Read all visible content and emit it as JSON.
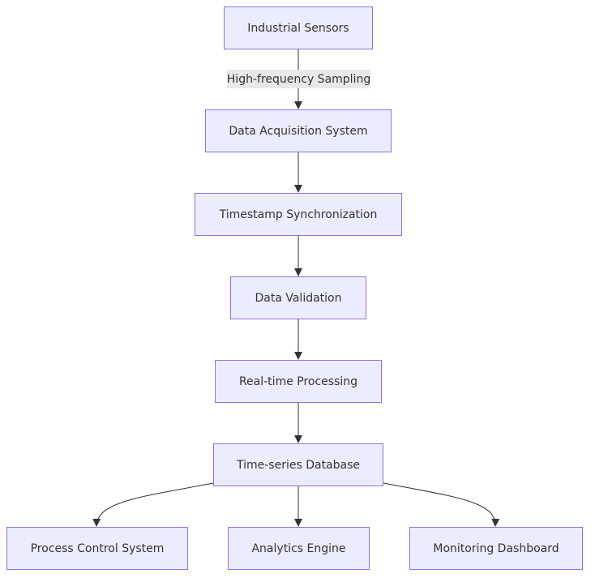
{
  "diagram": {
    "nodes": {
      "sensors": "Industrial Sensors",
      "daq": "Data Acquisition System",
      "sync": "Timestamp Synchronization",
      "validation": "Data Validation",
      "processing": "Real-time Processing",
      "database": "Time-series Database",
      "control": "Process Control System",
      "analytics": "Analytics Engine",
      "monitoring": "Monitoring Dashboard"
    },
    "edge_labels": {
      "sensors_to_daq": "High-frequency Sampling"
    },
    "colors": {
      "node_fill": "#ececff",
      "node_border": "#9370db",
      "edge": "#333333",
      "label_bg": "#e8e8e8"
    }
  }
}
